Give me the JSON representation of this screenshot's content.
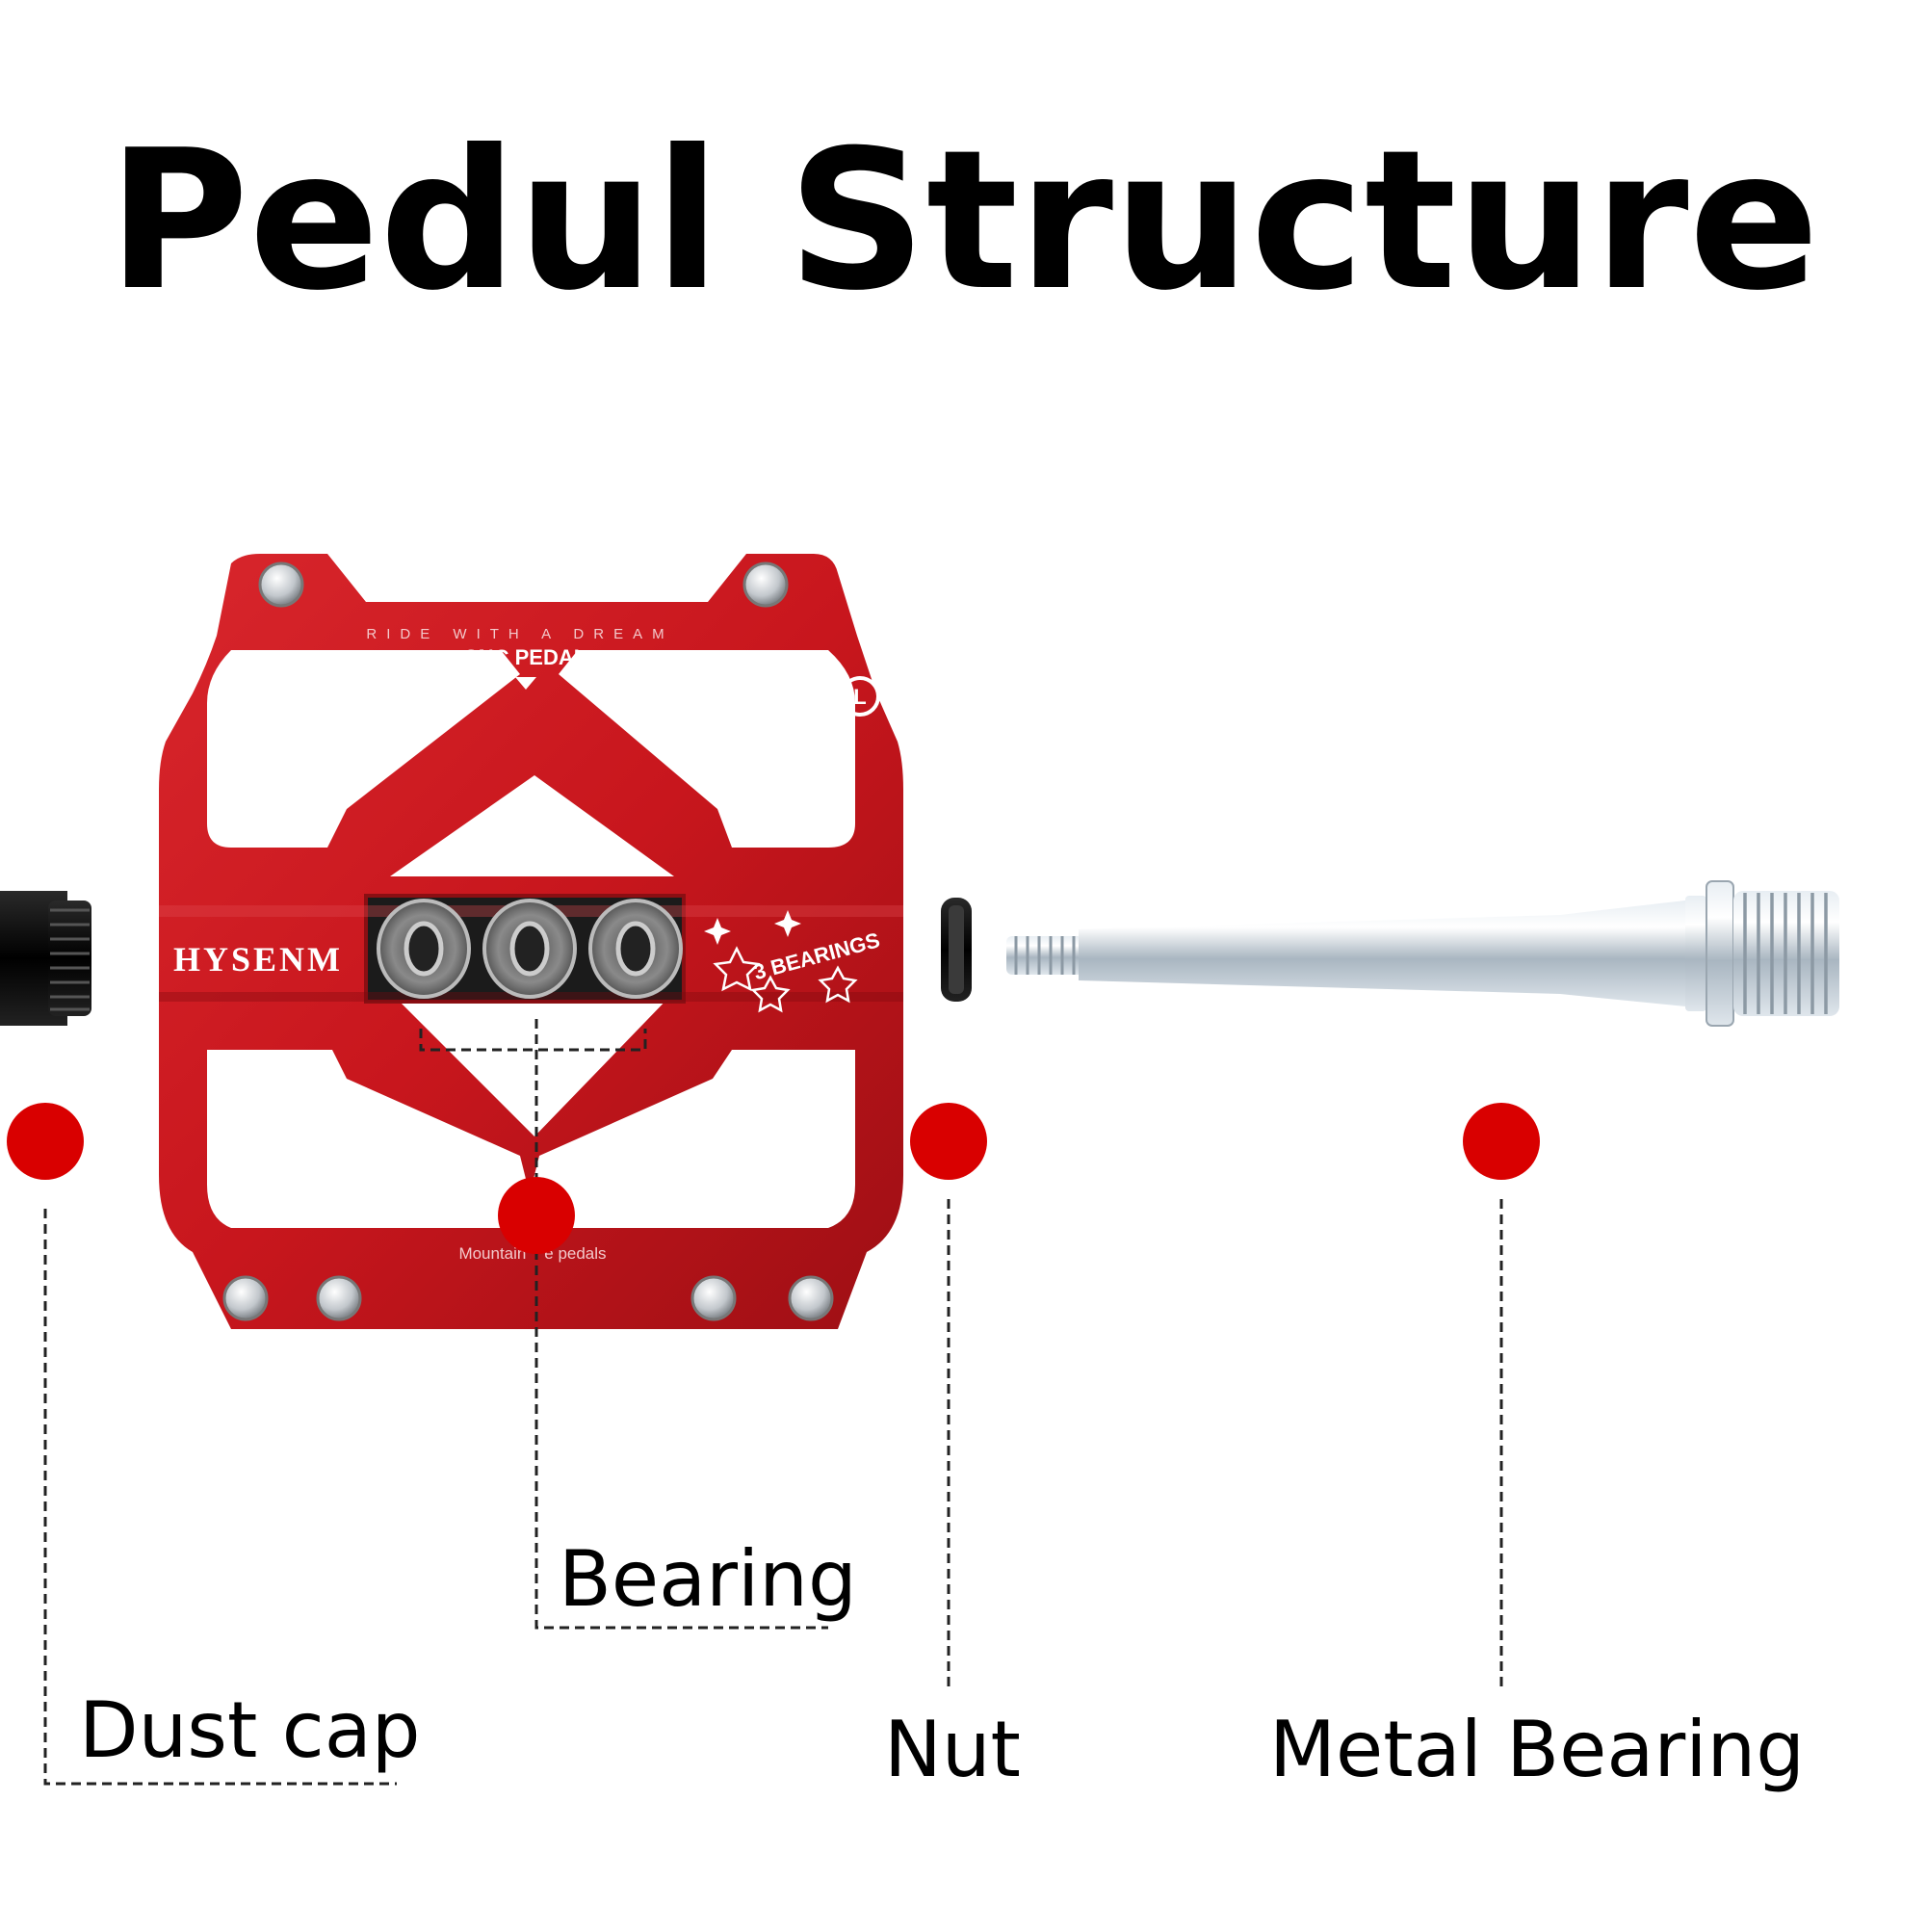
{
  "title": "Pedul Structure",
  "pedal": {
    "brand": "HYSENM",
    "slogan": "RIDE WITH A DREAM",
    "model": "CNC PEDAL",
    "side_mark": "L",
    "feature": "3 BEARINGS",
    "bottom_text": "Mountain    e pedals"
  },
  "labels": {
    "bearing": "Bearing",
    "dust_cap": "Dust cap",
    "nut": "Nut",
    "metal_bearing": "Metal Bearing"
  },
  "colors": {
    "pedal_red": "#c8161d",
    "marker_red": "#d90000",
    "steel": "#c9d3dc",
    "black": "#111111"
  }
}
